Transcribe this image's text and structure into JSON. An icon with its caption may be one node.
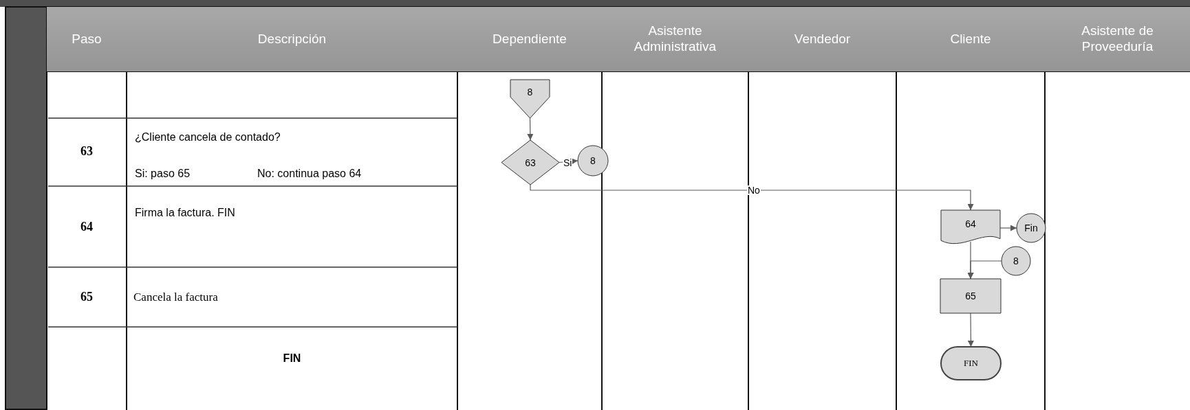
{
  "diagram": {
    "nodes": [
      {
        "text": [
          "8"
        ]
      },
      {
        "text": [
          "63"
        ]
      },
      {
        "text": [
          "8"
        ]
      },
      {
        "text": [
          "64"
        ]
      },
      {
        "text": [
          "Fin"
        ]
      },
      {
        "text": [
          "8"
        ]
      },
      {
        "text": [
          "65"
        ]
      },
      {
        "text": [
          "FIN"
        ]
      }
    ],
    "edges": [
      {
        "from": 0,
        "to": 1,
        "arrow": "to"
      },
      {
        "from": 1,
        "to": 2,
        "arrow": "to",
        "label": "Si"
      },
      {
        "from": 1,
        "to": 3,
        "arrow": "to",
        "label": "No"
      },
      {
        "from": 3,
        "to": 4,
        "arrow": "to"
      },
      {
        "from": 5,
        "to": 6,
        "arrow": "to"
      },
      {
        "from": 3,
        "to": 6,
        "arrow": "to"
      },
      {
        "from": 6,
        "to": 7,
        "arrow": "to"
      }
    ],
    "labels": [
      "Paso",
      "Descripción",
      "Dependiente",
      "Asistente Administrativa",
      "Vendedor",
      "Cliente",
      "Asistente de Proveeduría",
      "63",
      "¿Cliente cancela de contado?",
      "Si: paso 65",
      "No: continua paso 64",
      "64",
      "Firma la factura. FIN",
      "65",
      "Cancela la factura",
      "FIN"
    ]
  }
}
